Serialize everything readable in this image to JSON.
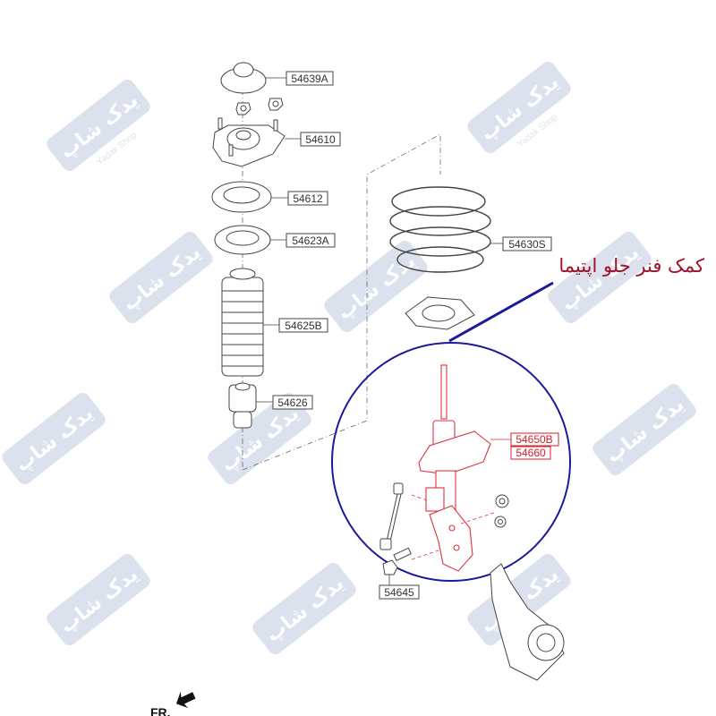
{
  "watermark": {
    "brand_fa": "یدک شاپ",
    "brand_en": "Yadak Shop"
  },
  "callout": {
    "title": "کمک فنر جلو اپتیما",
    "color": "#a0102a",
    "circle_color": "#1a1a9a"
  },
  "parts": [
    {
      "id": "p1",
      "label": "54639A"
    },
    {
      "id": "p2",
      "label": "54610"
    },
    {
      "id": "p3",
      "label": "54612"
    },
    {
      "id": "p4",
      "label": "54623A"
    },
    {
      "id": "p5",
      "label": "54625B"
    },
    {
      "id": "p6",
      "label": "54626"
    },
    {
      "id": "p7",
      "label": "54630S"
    },
    {
      "id": "p8",
      "label": "54650B"
    },
    {
      "id": "p9",
      "label": "54660"
    },
    {
      "id": "p10",
      "label": "54645"
    }
  ],
  "direction": {
    "label": "FR."
  }
}
